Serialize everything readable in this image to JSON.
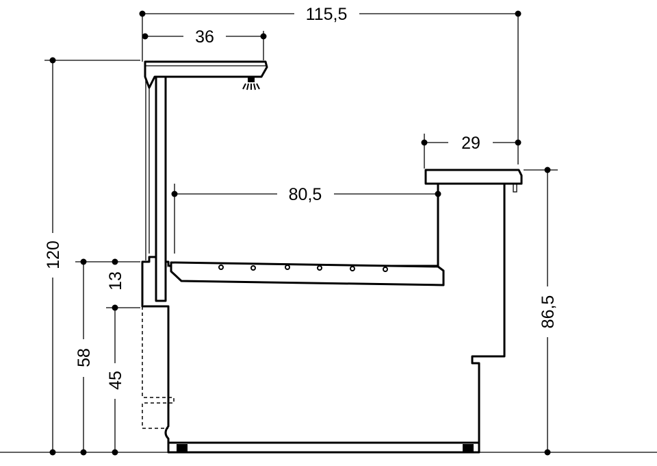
{
  "dimensions": {
    "total_width": "115,5",
    "canopy_depth": "36",
    "top_shelf_depth": "29",
    "inner_depth": "80,5",
    "total_height": "120",
    "front_step": "13",
    "front_height": "58",
    "lower_front_height": "45",
    "counter_height": "86,5"
  }
}
